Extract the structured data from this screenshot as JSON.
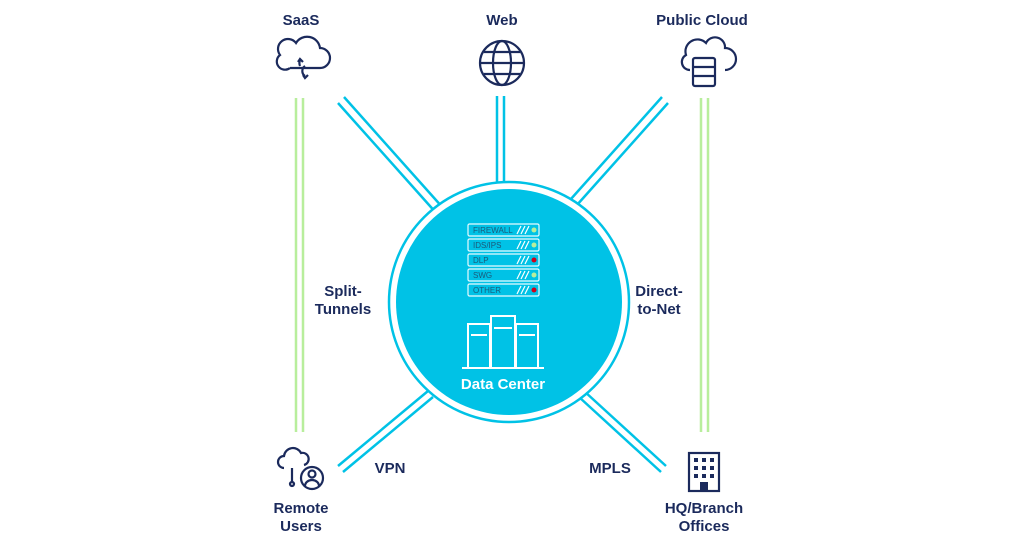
{
  "nodes": {
    "saas": "SaaS",
    "web": "Web",
    "public_cloud": "Public Cloud",
    "remote_users_1": "Remote",
    "remote_users_2": "Users",
    "hq_1": "HQ/Branch",
    "hq_2": "Offices"
  },
  "connections": {
    "split_1": "Split-",
    "split_2": "Tunnels",
    "direct_1": "Direct-",
    "direct_2": "to-Net",
    "vpn": "VPN",
    "mpls": "MPLS"
  },
  "data_center": {
    "label": "Data Center",
    "stack": [
      {
        "name": "FIREWALL",
        "status": "#b8ee9c"
      },
      {
        "name": "IDS/IPS",
        "status": "#b8ee9c"
      },
      {
        "name": "DLP",
        "status": "#d0021b"
      },
      {
        "name": "SWG",
        "status": "#b8ee9c"
      },
      {
        "name": "OTHER",
        "status": "#d0021b"
      }
    ]
  },
  "colors": {
    "navy": "#1b2a5c",
    "cyan": "#00c2e6",
    "green": "#b8ee9c"
  }
}
